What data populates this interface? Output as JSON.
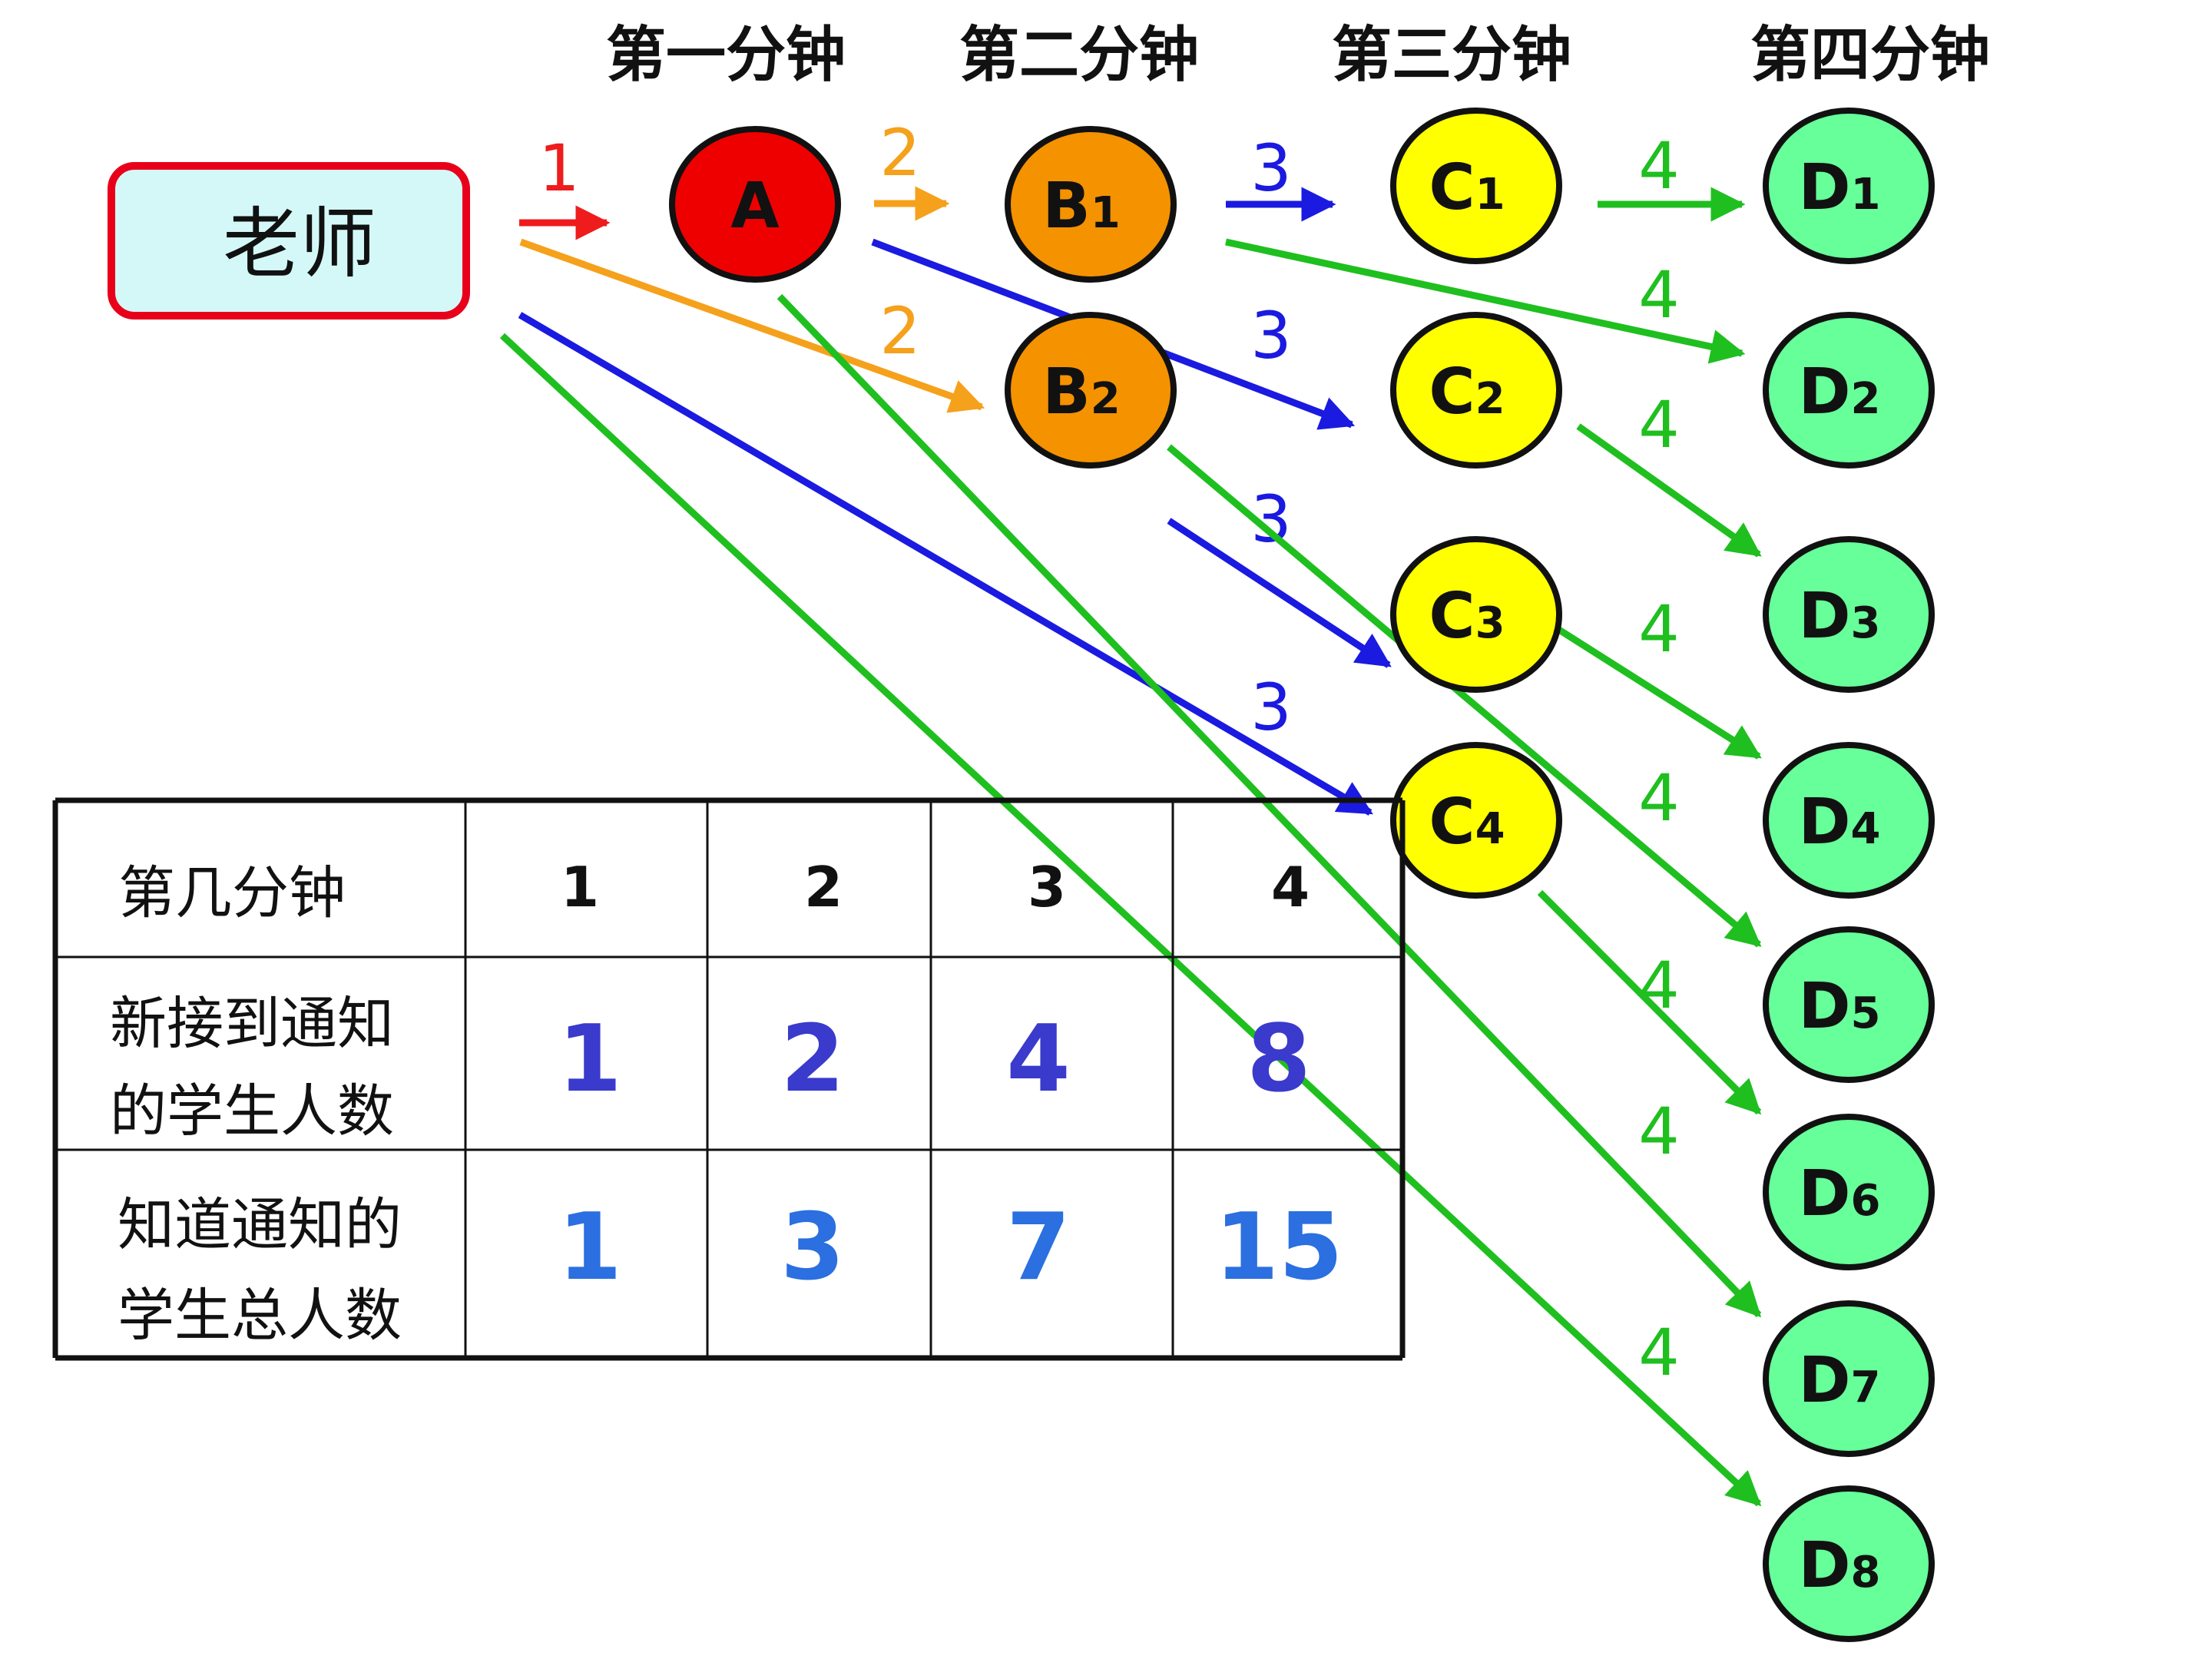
{
  "minute_labels": [
    "第一分钟",
    "第二分钟",
    "第三分钟",
    "第四分钟"
  ],
  "teacher": {
    "label": "老师"
  },
  "colors": {
    "minute1": "#ee1c1c",
    "minute2": "#f5a11c",
    "minute3": "#1a1ae0",
    "minute4": "#1fbf1f",
    "node_A": "#ee0000",
    "node_B": "#f59200",
    "node_C": "#ffff00",
    "node_D": "#66ff99",
    "teacher_fill": "#d4f8f8",
    "teacher_border": "#e8001a"
  },
  "nodes": [
    {
      "id": "A",
      "letter": "A",
      "sub": "",
      "level": 1
    },
    {
      "id": "B1",
      "letter": "B",
      "sub": "1",
      "level": 2
    },
    {
      "id": "B2",
      "letter": "B",
      "sub": "2",
      "level": 2
    },
    {
      "id": "C1",
      "letter": "C",
      "sub": "1",
      "level": 3
    },
    {
      "id": "C2",
      "letter": "C",
      "sub": "2",
      "level": 3
    },
    {
      "id": "C3",
      "letter": "C",
      "sub": "3",
      "level": 3
    },
    {
      "id": "C4",
      "letter": "C",
      "sub": "4",
      "level": 3
    },
    {
      "id": "D1",
      "letter": "D",
      "sub": "1",
      "level": 4
    },
    {
      "id": "D2",
      "letter": "D",
      "sub": "2",
      "level": 4
    },
    {
      "id": "D3",
      "letter": "D",
      "sub": "3",
      "level": 4
    },
    {
      "id": "D4",
      "letter": "D",
      "sub": "4",
      "level": 4
    },
    {
      "id": "D5",
      "letter": "D",
      "sub": "5",
      "level": 4
    },
    {
      "id": "D6",
      "letter": "D",
      "sub": "6",
      "level": 4
    },
    {
      "id": "D7",
      "letter": "D",
      "sub": "7",
      "level": 4
    },
    {
      "id": "D8",
      "letter": "D",
      "sub": "8",
      "level": 4
    }
  ],
  "edges": [
    {
      "from": "teacher",
      "to": "A",
      "label": "1"
    },
    {
      "from": "A",
      "to": "B1",
      "label": "2"
    },
    {
      "from": "teacher",
      "to": "B2",
      "label": "2"
    },
    {
      "from": "B1",
      "to": "C1",
      "label": "3"
    },
    {
      "from": "A",
      "to": "C2",
      "label": "3"
    },
    {
      "from": "B2",
      "to": "C3",
      "label": "3"
    },
    {
      "from": "teacher",
      "to": "C4",
      "label": "3"
    },
    {
      "from": "C1",
      "to": "D1",
      "label": "4"
    },
    {
      "from": "B1",
      "to": "D2",
      "label": "4"
    },
    {
      "from": "C2",
      "to": "D3",
      "label": "4"
    },
    {
      "from": "C3",
      "to": "D4",
      "label": "4"
    },
    {
      "from": "B2",
      "to": "D5",
      "label": "4"
    },
    {
      "from": "C4",
      "to": "D6",
      "label": "4"
    },
    {
      "from": "A",
      "to": "D7",
      "label": "4"
    },
    {
      "from": "teacher",
      "to": "D8",
      "label": "4"
    }
  ],
  "table": {
    "header_label": "第几分钟",
    "minutes": [
      "1",
      "2",
      "3",
      "4"
    ],
    "new_label_line1": "新接到通知",
    "new_label_line2": "的学生人数",
    "new_values": [
      "1",
      "2",
      "4",
      "8"
    ],
    "total_label_line1": "知道通知的",
    "total_label_line2": "学生总人数",
    "total_values": [
      "1",
      "3",
      "7",
      "15"
    ]
  }
}
